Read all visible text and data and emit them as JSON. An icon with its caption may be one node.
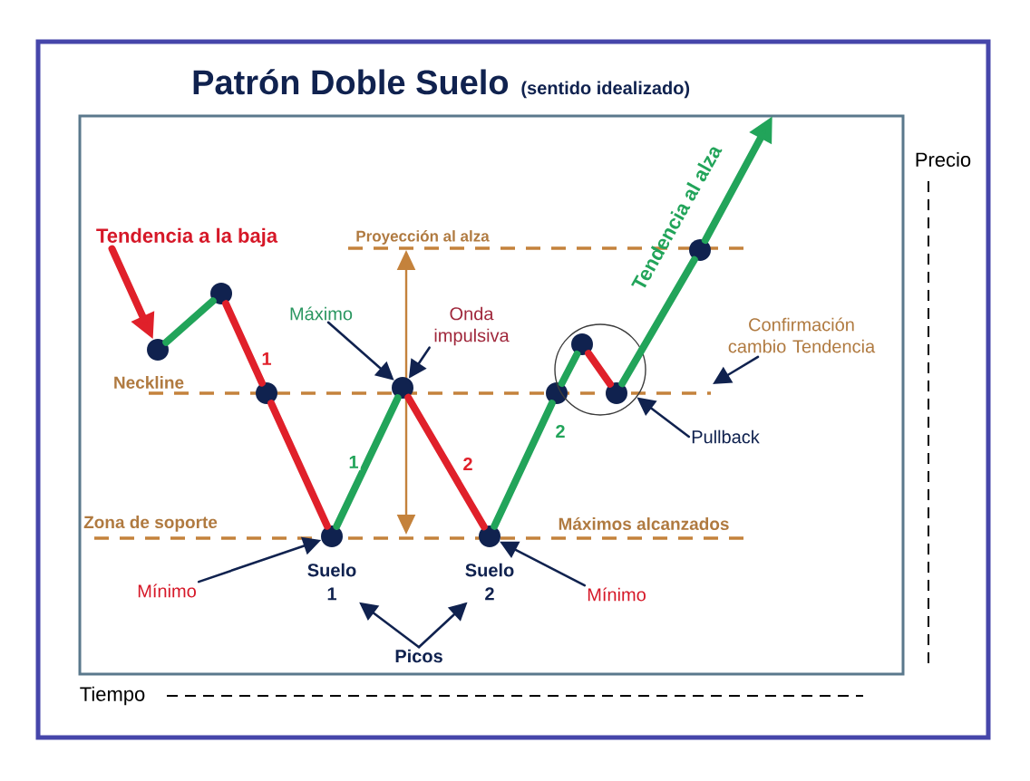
{
  "diagram": {
    "title": "Patrón Doble Suelo",
    "nodes": [
      {
        "text": [],
        "shape": "circle"
      },
      {
        "text": [],
        "shape": "circle"
      },
      {
        "text": [],
        "shape": "circle"
      },
      {
        "text": [],
        "shape": "circle"
      },
      {
        "text": [],
        "shape": "circle"
      },
      {
        "text": [],
        "shape": "circle"
      },
      {
        "text": [],
        "shape": "circle"
      },
      {
        "text": [],
        "shape": "circle"
      },
      {
        "text": [],
        "shape": "circle",
        "in": 7
      },
      {
        "text": [],
        "shape": "circle",
        "in": 7
      },
      {
        "text": [],
        "shape": "circle"
      },
      {
        "text": [
          "Tendencia a la baja"
        ]
      },
      {
        "text": [
          "Máximo"
        ]
      },
      {
        "text": [
          "Onda impulsiva"
        ]
      },
      {
        "text": [
          "Confirmación cambio Tendencia"
        ]
      },
      {
        "text": [
          "Pullback"
        ]
      },
      {
        "text": [
          "Suelo 1"
        ]
      },
      {
        "text": [
          "Suelo 2"
        ]
      },
      {
        "text": [
          "Mínimo"
        ]
      },
      {
        "text": [
          "Mínimo"
        ]
      },
      {
        "text": [
          "Picos"
        ]
      }
    ],
    "edges": [
      {
        "from": 0,
        "to": 1,
        "arrow": "none",
        "color": "#22a45a"
      },
      {
        "from": 1,
        "to": 2,
        "arrow": "none",
        "color": "#e0202a",
        "label": "1"
      },
      {
        "from": 2,
        "to": 3,
        "arrow": "none",
        "color": "#e0202a"
      },
      {
        "from": 3,
        "to": 4,
        "arrow": "none",
        "color": "#22a45a",
        "label": "1"
      },
      {
        "from": 4,
        "to": 5,
        "arrow": "none",
        "color": "#e0202a",
        "label": "2"
      },
      {
        "from": 5,
        "to": 6,
        "arrow": "none",
        "color": "#22a45a",
        "label": "2"
      },
      {
        "from": 6,
        "to": 8,
        "arrow": "none",
        "color": "#22a45a"
      },
      {
        "from": 8,
        "to": 9,
        "arrow": "none",
        "color": "#e0202a"
      },
      {
        "from": 9,
        "to": 10,
        "arrow": "none",
        "color": "#22a45a"
      },
      {
        "from": 10,
        "to": null,
        "arrow": "to",
        "color": "#22a45a"
      },
      {
        "from": 11,
        "to": 0,
        "arrow": "to",
        "color": "#e0202a"
      },
      {
        "from": 12,
        "to": 4,
        "arrow": "to",
        "color": "#10224f"
      },
      {
        "from": 13,
        "to": 4,
        "arrow": "to",
        "color": "#10224f"
      },
      {
        "from": 14,
        "to": null,
        "arrow": "to",
        "color": "#10224f"
      },
      {
        "from": 15,
        "to": 7,
        "arrow": "to",
        "color": "#10224f"
      },
      {
        "from": 18,
        "to": 3,
        "arrow": "to",
        "color": "#10224f"
      },
      {
        "from": 19,
        "to": 5,
        "arrow": "to",
        "color": "#10224f"
      },
      {
        "from": 20,
        "to": 16,
        "arrow": "to",
        "color": "#10224f"
      },
      {
        "from": 20,
        "to": 17,
        "arrow": "to",
        "color": "#10224f"
      }
    ],
    "labels": [
      "(sentido idealizado)",
      "Precio",
      "Proyección al alza",
      "Tendencia al alza",
      "Neckline",
      "Zona de soporte",
      "Máximos alcanzados",
      "Tiempo"
    ]
  }
}
